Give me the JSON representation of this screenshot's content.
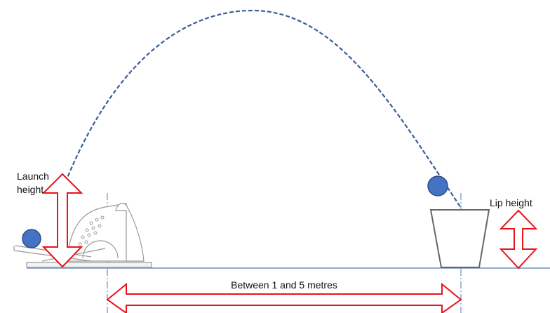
{
  "labels": {
    "launch_height_line1": "Launch",
    "launch_height_line2": "height",
    "lip_height": "Lip height",
    "distance": "Between 1 and 5 metres"
  },
  "colors": {
    "arrow": "#e8141c",
    "trajectory": "#3a5f95",
    "ball_fill": "#4472c4",
    "ball_stroke": "#2f4f86",
    "ground": "#6f8fbf",
    "guide": "#4a78c2",
    "cup": "#666666",
    "launcher": "#999999"
  }
}
